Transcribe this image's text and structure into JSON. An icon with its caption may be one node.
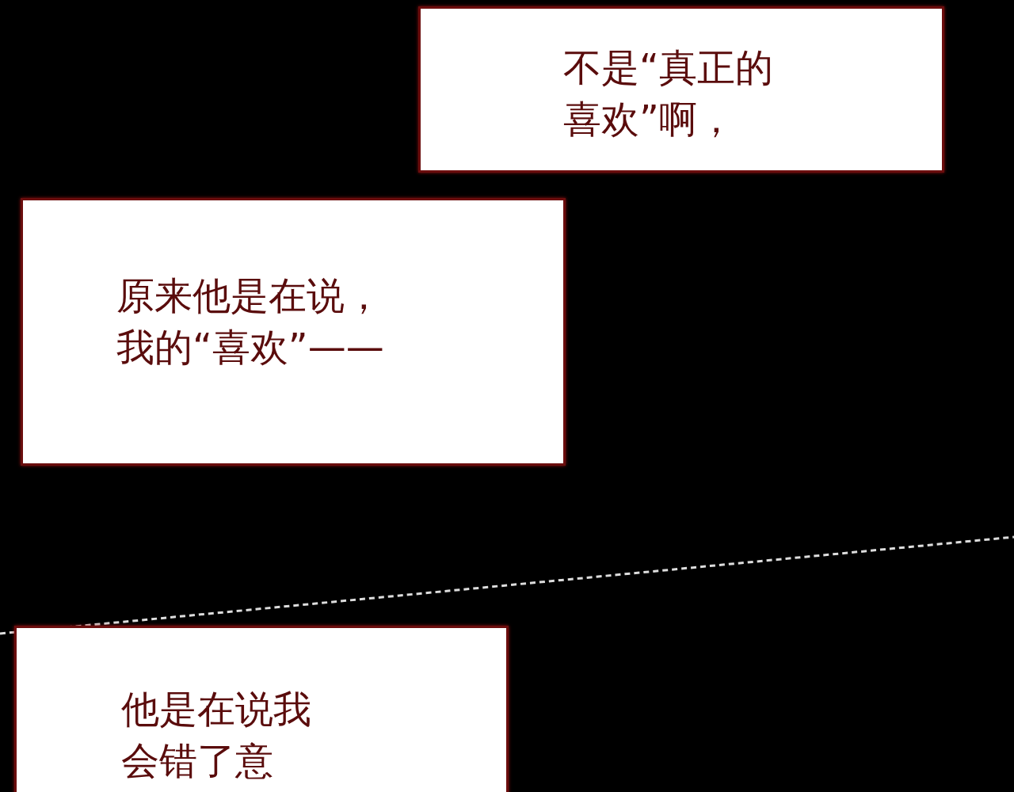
{
  "diagram": {
    "nodes": [
      {
        "text": [
          "不是“真正的喜欢”啊，"
        ]
      },
      {
        "text": [
          "原来他是在说，我的“喜欢”——"
        ]
      },
      {
        "text": [
          "他是在说我会错了意"
        ]
      }
    ],
    "edges": []
  }
}
